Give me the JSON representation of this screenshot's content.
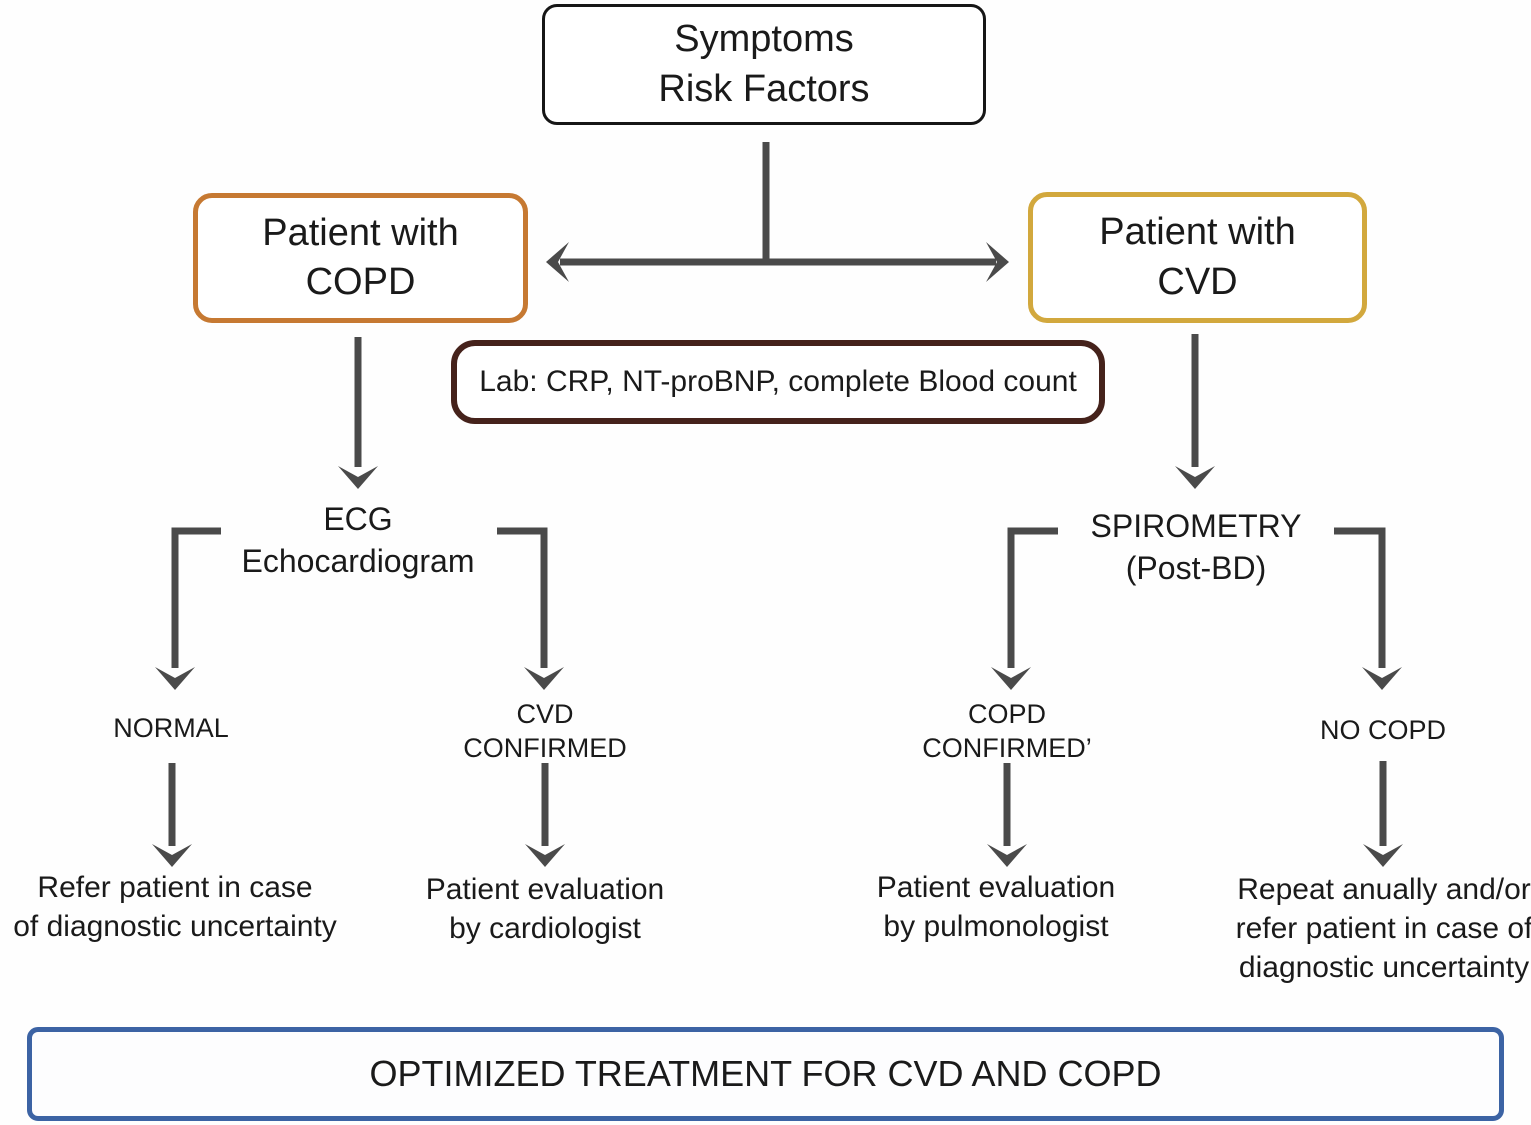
{
  "diagram": {
    "root": {
      "label": "Symptoms\nRisk Factors",
      "border_color": "#161616"
    },
    "branches": {
      "copd_patient": {
        "label": "Patient with\nCOPD",
        "border_color": "#c67932"
      },
      "cvd_patient": {
        "label": "Patient with\nCVD",
        "border_color": "#d2a83d"
      }
    },
    "lab": {
      "label": "Lab: CRP, NT-proBNP, complete Blood count",
      "border_color": "#45221b"
    },
    "tests": {
      "ecg": {
        "label": "ECG\nEchocardiogram"
      },
      "spirometry": {
        "label": "SPIROMETRY\n(Post-BD)"
      }
    },
    "results": {
      "normal": {
        "label": "NORMAL"
      },
      "cvd_confirmed": {
        "label": "CVD\nCONFIRMED"
      },
      "copd_confirmed": {
        "label": "COPD\nCONFIRMED’"
      },
      "no_copd": {
        "label": "NO COPD"
      }
    },
    "actions": {
      "refer": {
        "label": "Refer patient in case\nof diagnostic uncertainty"
      },
      "cardiologist": {
        "label": "Patient evaluation\nby cardiologist"
      },
      "pulmonologist": {
        "label": "Patient evaluation\nby pulmonologist"
      },
      "repeat": {
        "label": "Repeat anually and/or\nrefer patient in case of\ndiagnostic uncertainty"
      }
    },
    "outcome": {
      "label": "OPTIMIZED TREATMENT FOR CVD AND COPD",
      "border_color": "#3c63a4"
    },
    "arrow_color": "#4a4a4a"
  }
}
